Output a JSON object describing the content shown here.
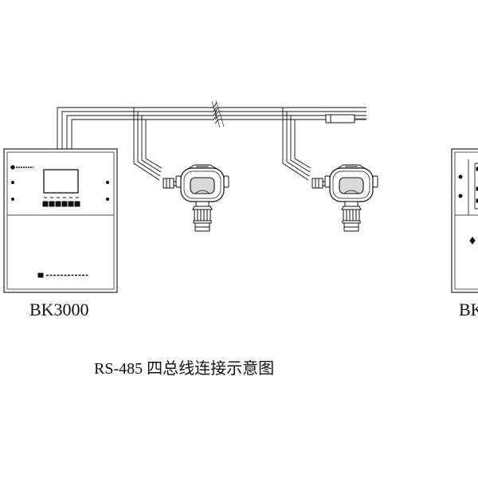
{
  "labels": {
    "left_controller": "BK3000",
    "right_controller": "BK",
    "caption": "RS-485 四总线连接示意图"
  },
  "colors": {
    "line": "#111111",
    "fill": "#ffffff",
    "shade": "#d9d9d9"
  },
  "icons": {
    "controller": "control-panel-icon",
    "detector": "gas-detector-icon",
    "terminator": "bus-terminator-icon"
  }
}
